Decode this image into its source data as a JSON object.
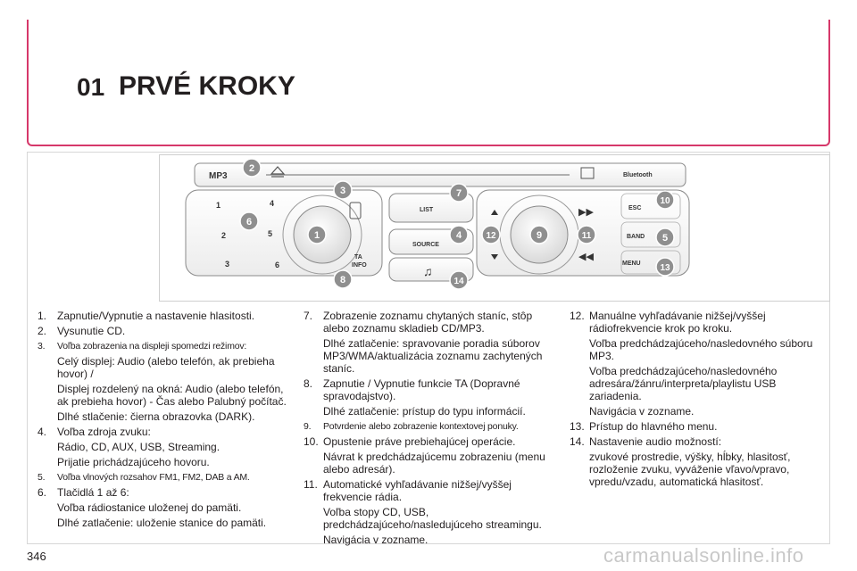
{
  "header": {
    "chapter": "01",
    "title": "PRVÉ KROKY"
  },
  "device": {
    "labels": {
      "mp3": "MP3",
      "bluetooth": "Bluetooth",
      "list": "LIST",
      "source": "SOURCE",
      "ta_line1": "TA",
      "ta_line2": "INFO",
      "esc": "ESC",
      "band": "BAND",
      "menu": "MENU"
    },
    "preset_numbers": [
      "1",
      "2",
      "3",
      "4",
      "5",
      "6"
    ],
    "callouts": [
      "1",
      "2",
      "3",
      "4",
      "5",
      "6",
      "7",
      "8",
      "9",
      "10",
      "11",
      "12",
      "13",
      "14"
    ]
  },
  "col1": {
    "i1": {
      "n": "1.",
      "t": "Zapnutie/Vypnutie a nastavenie hlasitosti."
    },
    "i2": {
      "n": "2.",
      "t": "Vysunutie CD."
    },
    "i3": {
      "n": "3.",
      "t": "Voľba zobrazenia na displeji spomedzi režimov:"
    },
    "s3a": "Celý displej: Audio (alebo telefón, ak prebieha hovor) /",
    "s3b": "Displej rozdelený na okná: Audio (alebo telefón, ak prebieha hovor) - Čas alebo Palubný počítač.",
    "s3c": "Dlhé stlačenie: čierna obrazovka (DARK).",
    "i4": {
      "n": "4.",
      "t": "Voľba zdroja zvuku:"
    },
    "s4a": "Rádio, CD, AUX, USB, Streaming.",
    "s4b": "Prijatie prichádzajúceho hovoru.",
    "i5": {
      "n": "5.",
      "t": "Voľba vlnových rozsahov FM1, FM2, DAB a AM."
    },
    "i6": {
      "n": "6.",
      "t": "Tlačidlá 1 až 6:"
    },
    "s6a": "Voľba rádiostanice uloženej do pamäti.",
    "s6b": "Dlhé zatlačenie: uloženie stanice do pamäti."
  },
  "col2": {
    "i7": {
      "n": "7.",
      "t": "Zobrazenie zoznamu chytaných staníc, stôp alebo zoznamu skladieb CD/MP3."
    },
    "s7a": "Dlhé zatlačenie: spravovanie poradia súborov MP3/WMA/aktualizácia zoznamu zachytených staníc.",
    "i8": {
      "n": "8.",
      "t": "Zapnutie / Vypnutie funkcie TA (Dopravné spravodajstvo)."
    },
    "s8a": "Dlhé zatlačenie: prístup do typu informácií.",
    "i9": {
      "n": "9.",
      "t": "Potvrdenie alebo zobrazenie kontextovej ponuky."
    },
    "i10": {
      "n": "10.",
      "t": "Opustenie práve prebiehajúcej operácie."
    },
    "s10a": "Návrat k predchádzajúcemu zobrazeniu (menu alebo adresár).",
    "i11": {
      "n": "11.",
      "t": "Automatické vyhľadávanie nižšej/vyššej frekvencie rádia."
    },
    "s11a": "Voľba stopy CD, USB, predchádzajúceho/nasledujúceho streamingu.",
    "s11b": "Navigácia v zozname."
  },
  "col3": {
    "i12": {
      "n": "12.",
      "t": "Manuálne vyhľadávanie nižšej/vyššej rádiofrekvencie krok po kroku."
    },
    "s12a": "Voľba predchádzajúceho/nasledovného súboru MP3.",
    "s12b": "Voľba predchádzajúceho/nasledovného adresára/žánru/interpreta/playlistu USB zariadenia.",
    "s12c": "Navigácia v zozname.",
    "i13": {
      "n": "13.",
      "t": "Prístup do hlavného menu."
    },
    "i14": {
      "n": "14.",
      "t": "Nastavenie audio možností:"
    },
    "s14a": "zvukové prostredie, výšky, hĺbky, hlasitosť, rozloženie zvuku, vyváženie vľavo/vpravo, vpredu/vzadu, automatická hlasitosť."
  },
  "footer": {
    "page": "346",
    "watermark": "carmanualsonline.info"
  },
  "colors": {
    "accent": "#d6386a",
    "callout": "#8f8f8f",
    "text": "#231f20"
  }
}
